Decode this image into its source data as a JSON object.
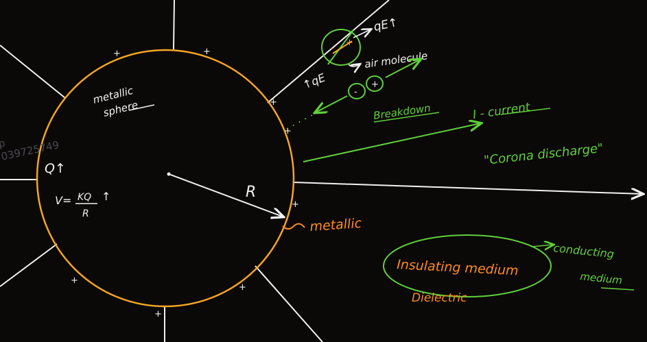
{
  "labels": {
    "sphere_title_1": "metallic",
    "sphere_title_2": "sphere",
    "charge": "Q↑",
    "potential_lhs": "V=",
    "potential_num": "KQ",
    "potential_den": "R",
    "potential_arrow": "↑",
    "radius": "R",
    "metallic": "metallic",
    "force_out": "qE↑",
    "air_molecule": "air molecule",
    "force_in": "↑qE",
    "breakdown": "Breakdown",
    "current": "I - current",
    "corona": "\"Corona discharge\"",
    "insulating": "Insulating medium",
    "dielectric": "Dielectric",
    "conducting_1": "conducting",
    "conducting_2": "medium",
    "watermark_1": "p",
    "watermark_2": "039725749"
  },
  "colors": {
    "background": "#0b0808",
    "sphere": "#f5a623",
    "field_lines": "#f2f2f2",
    "green": "#5fd13a",
    "orange": "#ff8c1a",
    "white_ink": "#ffffff"
  },
  "charge_sign": "+",
  "molecule_signs": {
    "minus": "-",
    "plus": "+"
  }
}
